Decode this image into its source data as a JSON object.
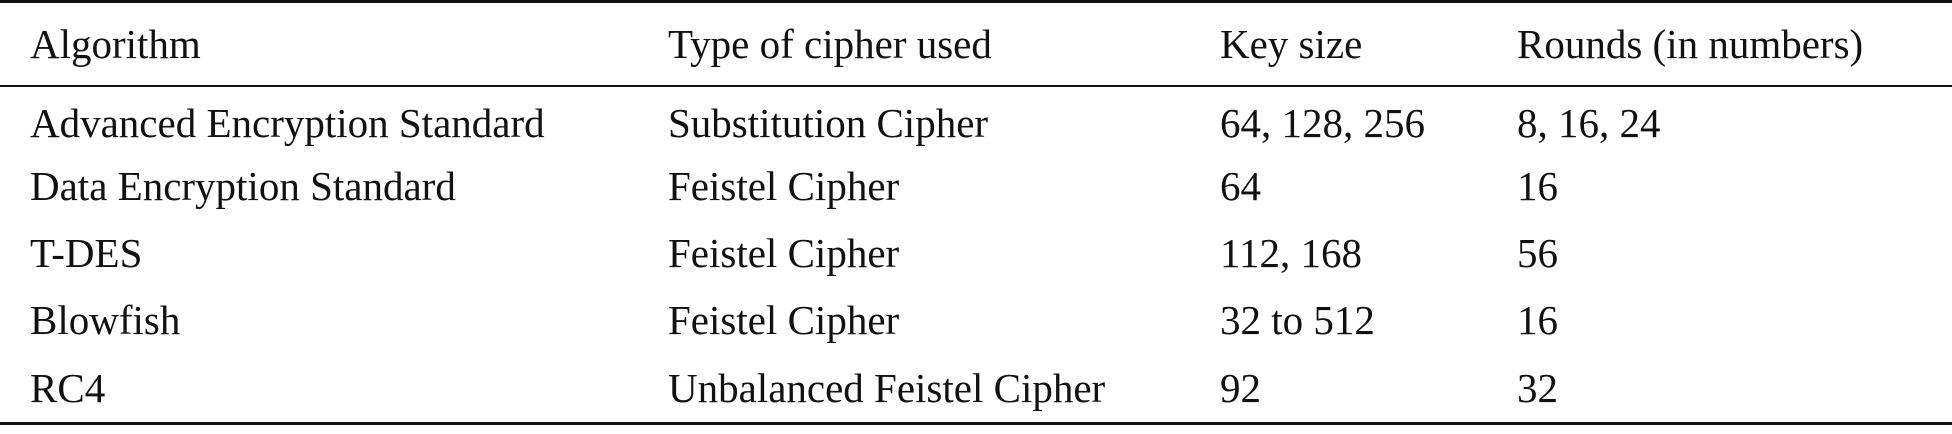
{
  "table": {
    "headers": [
      "Algorithm",
      "Type of cipher used",
      "Key size",
      "Rounds (in numbers)"
    ],
    "rows": [
      [
        "Advanced Encryption Standard",
        "Substitution Cipher",
        "64, 128, 256",
        "8, 16, 24"
      ],
      [
        "Data Encryption Standard",
        "Feistel Cipher",
        "64",
        "16"
      ],
      [
        "T-DES",
        "Feistel Cipher",
        "112, 168",
        "56"
      ],
      [
        "Blowfish",
        "Feistel Cipher",
        "32 to 512",
        "16"
      ],
      [
        "RC4",
        "Unbalanced Feistel Cipher",
        "92",
        "32"
      ]
    ]
  }
}
